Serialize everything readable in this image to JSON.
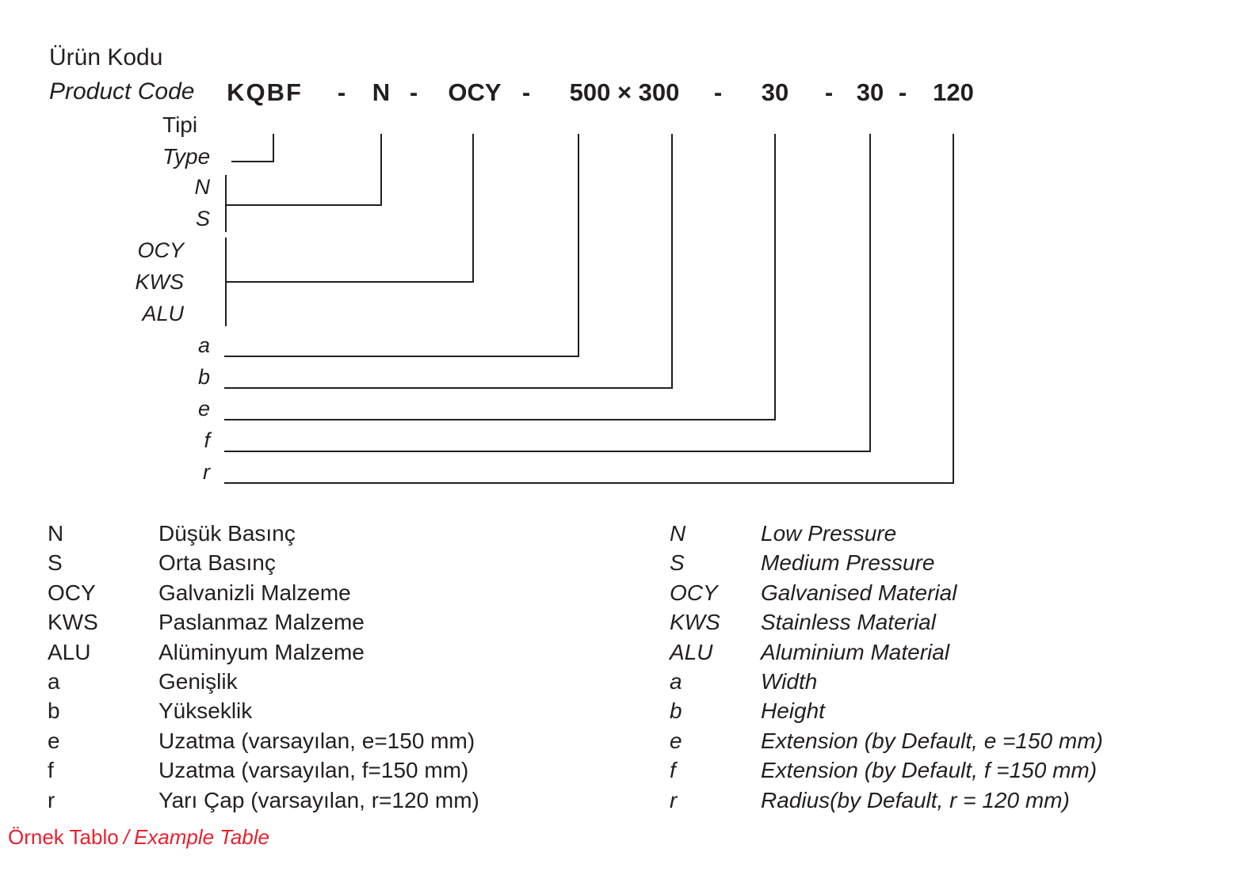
{
  "header": {
    "title_tr": "Ürün Kodu",
    "title_en": "Product Code"
  },
  "code": {
    "segments": [
      "KQBF",
      "-",
      "N",
      "-",
      "OCY",
      "-",
      "500 × 300",
      "-",
      "30",
      "-",
      "30",
      "-",
      "120"
    ]
  },
  "diagram_labels": {
    "type_tr": "Tipi",
    "type_en": "Type",
    "pressure_options": [
      "N",
      "S"
    ],
    "material_options": [
      "OCY",
      "KWS",
      "ALU"
    ],
    "dimension_keys": [
      "a",
      "b",
      "e",
      "f",
      "r"
    ]
  },
  "legend": {
    "rows": [
      {
        "key": "N",
        "tr": "Düşük Basınç",
        "en": "Low Pressure"
      },
      {
        "key": "S",
        "tr": "Orta Basınç",
        "en": "Medium Pressure"
      },
      {
        "key": "OCY",
        "tr": "Galvanizli Malzeme",
        "en": "Galvanised Material"
      },
      {
        "key": "KWS",
        "tr": "Paslanmaz Malzeme",
        "en": "Stainless Material"
      },
      {
        "key": "ALU",
        "tr": "Alüminyum Malzeme",
        "en": "Aluminium Material"
      },
      {
        "key": "a",
        "tr": "Genişlik",
        "en": "Width"
      },
      {
        "key": "b",
        "tr": "Yükseklik",
        "en": "Height"
      },
      {
        "key": "e",
        "tr": "Uzatma (varsayılan, e=150 mm)",
        "en": "Extension (by Default, e =150 mm)"
      },
      {
        "key": "f",
        "tr": "Uzatma (varsayılan, f=150 mm)",
        "en": "Extension (by Default, f =150 mm)"
      },
      {
        "key": "r",
        "tr": "Yarı Çap (varsayılan, r=120 mm)",
        "en": "Radius(by Default, r = 120 mm)"
      }
    ]
  },
  "footer": {
    "tr": "Örnek Tablo",
    "separator": "/",
    "en": "Example Table"
  },
  "colors": {
    "text": "#231f20",
    "accent_red": "#e8212e"
  }
}
